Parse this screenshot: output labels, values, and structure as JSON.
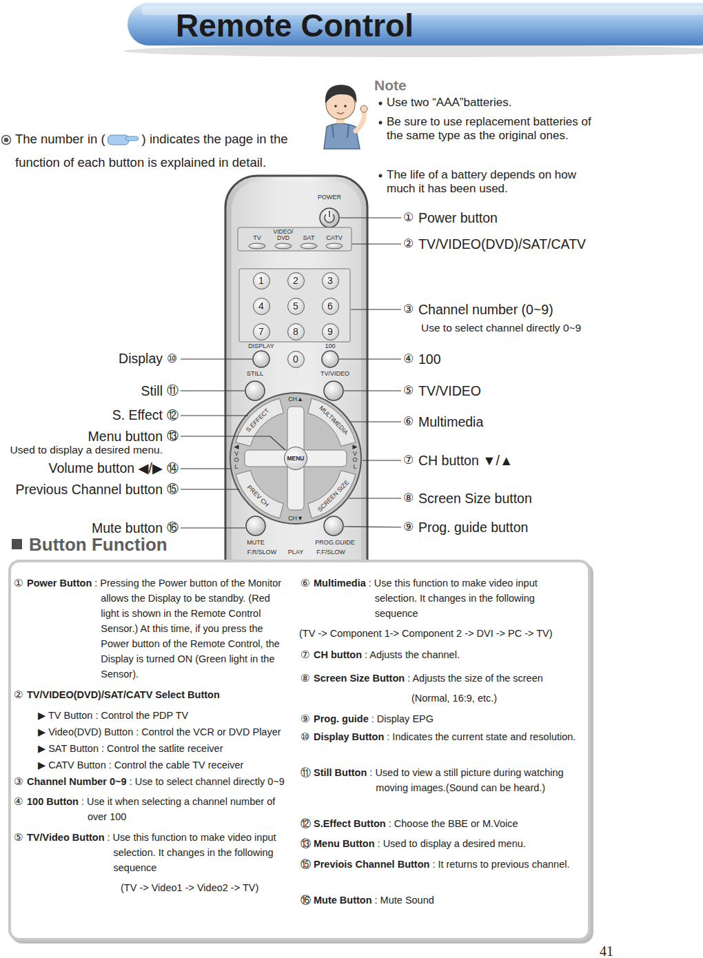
{
  "diagram": {
    "title": "Remote Control",
    "nodes": [
      {
        "text": [
          "POWER",
          "TV",
          "VIDEO/ DVD",
          "SAT",
          "CATV",
          "DISPLAY",
          "100",
          "STILL",
          "TV/VIDEO",
          "CH▲",
          "S.EFFECT",
          "MULTIMEDIA",
          "◀VOL",
          "▶VOL",
          "PREV CH",
          "SCREEN SIZE",
          "CH▼",
          "MUTE",
          "PROG.GUIDE",
          "F.R/SLOW",
          "PLAY",
          "F.F/SLOW"
        ]
      },
      {
        "text": [
          "1"
        ],
        "in": 0
      },
      {
        "text": [
          "2"
        ],
        "in": 0
      },
      {
        "text": [
          "3"
        ],
        "in": 0
      },
      {
        "text": [
          "4"
        ],
        "in": 0
      },
      {
        "text": [
          "5"
        ],
        "in": 0
      },
      {
        "text": [
          "6"
        ],
        "in": 0
      },
      {
        "text": [
          "7"
        ],
        "in": 0
      },
      {
        "text": [
          "8"
        ],
        "in": 0
      },
      {
        "text": [
          "9"
        ],
        "in": 0
      },
      {
        "text": [
          "0"
        ],
        "in": 0
      },
      {
        "text": [
          "MENU"
        ],
        "in": 0
      },
      {
        "text": [
          "Button Function",
          "①",
          "Power Button",
          ": Pressing the Power button of the Monitor allows the Display to be standby. (Red light is shown in the Remote Control Sensor.) At this time, if you press the Power button of the Remote Control, the Display is turned ON (Green light in the Sensor).",
          "②",
          "TV/VIDEO(DVD)/SAT/CATV Select Button",
          "▶ TV Button : Control the PDP TV",
          "▶ Video(DVD) Button : Control the VCR or DVD Player",
          "▶ SAT Button : Control the satlite receiver",
          "▶ CATV Button : Control the cable TV receiver",
          "③",
          "Channel Number 0~9",
          ": Use to select channel directly 0~9",
          "④",
          "100 Button",
          ": Use it when selecting a channel number of over 100",
          "⑤",
          "TV/Video Button",
          ": Use this function to make video input selection. It changes in the following sequence",
          "(TV -> Video1 -> Video2 -> TV)",
          "⑥",
          "Multimedia",
          ": Use this function to make video input selection. It changes in the following sequence",
          "(TV -> Component 1-> Component 2 -> DVI -> PC -> TV)",
          "⑦",
          "CH button",
          ": Adjusts the channel.",
          "⑧",
          "Screen Size Button",
          ": Adjusts the size of the screen",
          "(Normal, 16:9, etc.)",
          "⑨",
          "Prog. guide",
          ": Display EPG",
          "⑩",
          "Display Button",
          ": Indicates the current state and resolution.",
          "⑪",
          "Still Button",
          ": Used to view a still picture during watching moving images.(Sound can be heard.)",
          "⑫",
          "S.Effect Button",
          ": Choose the BBE or M.Voice",
          "⑬",
          "Menu Button",
          ": Used to display a desired menu.",
          "⑮",
          "Previois Channel Button",
          ": It returns to previous channel.",
          "⑯",
          "Mute Button",
          ": Mute Sound"
        ]
      }
    ],
    "labels": [
      "Note",
      "Use two “AAA”batteries.",
      "Be sure to use replacement batteries of the same type as the original ones.",
      "The life of a battery depends on how much it has been used.",
      "The number in (",
      ") indicates the page in the",
      "function of each button is explained in detail.",
      "①",
      "Power button",
      "②",
      "TV/VIDEO(DVD)/SAT/CATV",
      "③",
      "Channel number (0~9)",
      "Use to select channel directly 0~9",
      "Display",
      "⑩",
      "④",
      "100",
      "Still",
      "⑪",
      "⑤",
      "TV/VIDEO",
      "S. Effect",
      "⑫",
      "⑥",
      "Multimedia",
      "Menu button",
      "⑬",
      "Used to display a desired menu.",
      "Volume button ◀/▶",
      "⑭",
      "⑦",
      "CH button ▼/▲",
      "Previous Channel button",
      "⑮",
      "⑧",
      "Screen Size button",
      "Mute button",
      "⑯",
      "⑨",
      "Prog. guide button",
      "41"
    ]
  }
}
